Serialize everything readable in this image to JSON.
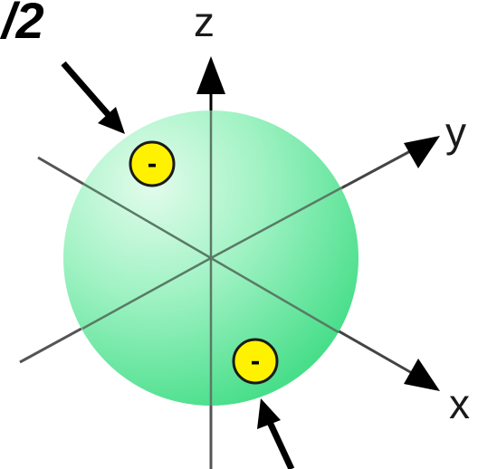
{
  "labels": {
    "top_left_fraction": "/2",
    "axis_z": "z",
    "axis_y": "y",
    "axis_x": "x"
  },
  "electrons": [
    {
      "sign": "-"
    },
    {
      "sign": "-"
    }
  ],
  "colors": {
    "sphere_light": "#d9fae6",
    "sphere_mid": "#8fefb7",
    "sphere_dark": "#3fdc84",
    "electron_fill": "#fff200",
    "electron_stroke": "#1a1a1a",
    "axis_color": "#000000",
    "axis_inner_color": "#4a6a58"
  }
}
